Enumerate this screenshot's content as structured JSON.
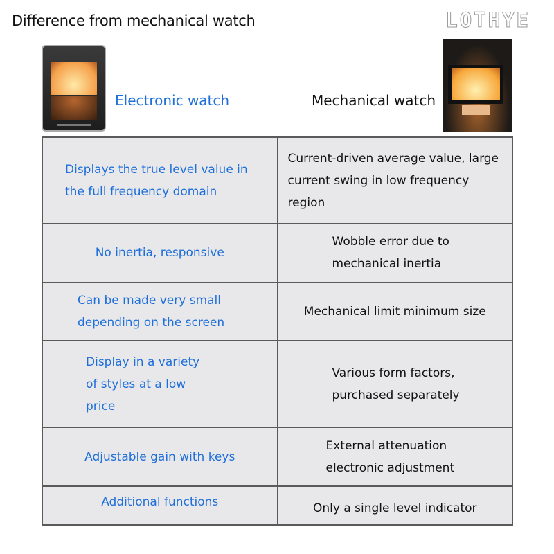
{
  "header": {
    "title": "Difference from mechanical watch",
    "brand": "LOTHYE"
  },
  "columns": {
    "electronic": "Electronic watch",
    "mechanical": "Mechanical watch"
  },
  "rows": [
    {
      "electronic": "Displays the true level value in the full frequency domain",
      "mechanical": "Current-driven average value, large current swing in low frequency region"
    },
    {
      "electronic": "No inertia, responsive",
      "mechanical": "Wobble error due to mechanical inertia"
    },
    {
      "electronic": "Can be made very small depending on the screen",
      "mechanical": "Mechanical limit minimum size"
    },
    {
      "electronic": "Display in a variety of styles at a low price",
      "mechanical": "Various form factors, purchased separately"
    },
    {
      "electronic": "Adjustable gain with keys",
      "mechanical": "External attenuation electronic adjustment"
    },
    {
      "electronic": "Additional functions",
      "mechanical": "Only a single level indicator"
    }
  ]
}
